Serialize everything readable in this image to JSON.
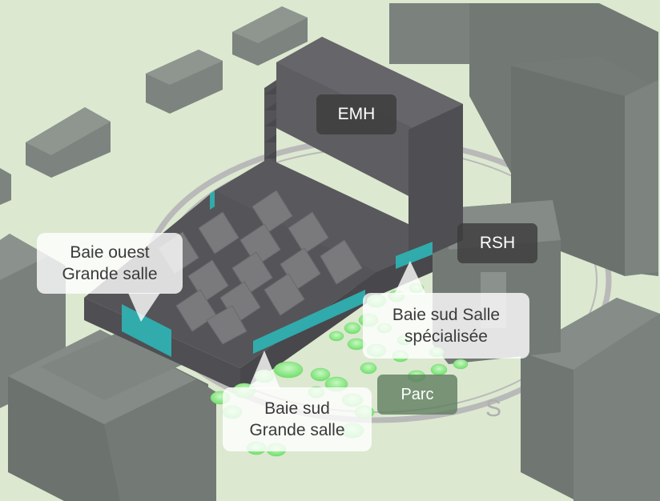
{
  "labels": {
    "emh": "EMH",
    "rsh": "RSH",
    "baie_ouest": "Baie ouest\nGrande salle",
    "baie_sud_salle_specialisee": "Baie sud Salle\nspécialisée",
    "baie_sud_grande_salle": "Baie sud\nGrande salle",
    "parc": "Parc"
  },
  "compass": {
    "south_letter": "S"
  },
  "colors": {
    "ground": "#dbe7cf",
    "context_building": "#7b817d",
    "main_building": "#5d5c60",
    "window_band": "#2fb3b3",
    "tree": "#8fe88a",
    "compass_ring": "#b7b7b7"
  }
}
